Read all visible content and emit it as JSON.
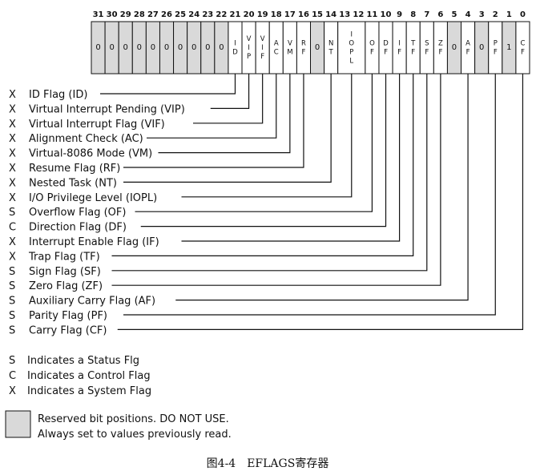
{
  "bits": [
    {
      "bit": 31,
      "value": "0",
      "reserved": true
    },
    {
      "bit": 30,
      "value": "0",
      "reserved": true
    },
    {
      "bit": 29,
      "value": "0",
      "reserved": true
    },
    {
      "bit": 28,
      "value": "0",
      "reserved": true
    },
    {
      "bit": 27,
      "value": "0",
      "reserved": true
    },
    {
      "bit": 26,
      "value": "0",
      "reserved": true
    },
    {
      "bit": 25,
      "value": "0",
      "reserved": true
    },
    {
      "bit": 24,
      "value": "0",
      "reserved": true
    },
    {
      "bit": 23,
      "value": "0",
      "reserved": true
    },
    {
      "bit": 22,
      "value": "0",
      "reserved": true
    },
    {
      "bit": 21,
      "label": "ID",
      "reserved": false
    },
    {
      "bit": 20,
      "label": "VIP",
      "reserved": false
    },
    {
      "bit": 19,
      "label": "VIF",
      "reserved": false
    },
    {
      "bit": 18,
      "label": "AC",
      "reserved": false
    },
    {
      "bit": 17,
      "label": "VM",
      "reserved": false
    },
    {
      "bit": 16,
      "label": "RF",
      "reserved": false
    },
    {
      "bit": 15,
      "value": "0",
      "reserved": true
    },
    {
      "bit": 14,
      "label": "NT",
      "reserved": false
    },
    {
      "bit": 13,
      "label": "IOPL",
      "reserved": false,
      "span": 2
    },
    {
      "bit": 11,
      "label": "OF",
      "reserved": false
    },
    {
      "bit": 10,
      "label": "DF",
      "reserved": false
    },
    {
      "bit": 9,
      "label": "IF",
      "reserved": false
    },
    {
      "bit": 8,
      "label": "TF",
      "reserved": false
    },
    {
      "bit": 7,
      "label": "SF",
      "reserved": false
    },
    {
      "bit": 6,
      "label": "ZF",
      "reserved": false
    },
    {
      "bit": 5,
      "value": "0",
      "reserved": true
    },
    {
      "bit": 4,
      "label": "AF",
      "reserved": false
    },
    {
      "bit": 3,
      "value": "0",
      "reserved": true
    },
    {
      "bit": 2,
      "label": "PF",
      "reserved": false
    },
    {
      "bit": 1,
      "value": "1",
      "reserved": true
    },
    {
      "bit": 0,
      "label": "CF",
      "reserved": false
    }
  ],
  "bit_numbers": [
    "31",
    "30",
    "29",
    "28",
    "27",
    "26",
    "25",
    "24",
    "23",
    "22",
    "21",
    "20",
    "19",
    "18",
    "17",
    "16",
    "15",
    "14",
    "13",
    "12",
    "11",
    "10",
    "9",
    "8",
    "7",
    "6",
    "5",
    "4",
    "3",
    "2",
    "1",
    "0"
  ],
  "flags": [
    {
      "code": "X",
      "name": "ID Flag (ID)",
      "bit": 21
    },
    {
      "code": "X",
      "name": "Virtual Interrupt Pending (VIP)",
      "bit": 20
    },
    {
      "code": "X",
      "name": "Virtual Interrupt Flag (VIF)",
      "bit": 19
    },
    {
      "code": "X",
      "name": "Alignment Check (AC)",
      "bit": 18
    },
    {
      "code": "X",
      "name": "Virtual-8086 Mode (VM)",
      "bit": 17
    },
    {
      "code": "X",
      "name": "Resume Flag (RF)",
      "bit": 16
    },
    {
      "code": "X",
      "name": "Nested Task (NT)",
      "bit": 14
    },
    {
      "code": "X",
      "name": "I/O Privilege Level (IOPL)",
      "bit": 12.5
    },
    {
      "code": "S",
      "name": "Overflow Flag (OF)",
      "bit": 11
    },
    {
      "code": "C",
      "name": "Direction Flag (DF)",
      "bit": 10
    },
    {
      "code": "X",
      "name": "Interrupt Enable Flag (IF)",
      "bit": 9
    },
    {
      "code": "X",
      "name": "Trap Flag (TF)",
      "bit": 8
    },
    {
      "code": "S",
      "name": "Sign Flag (SF)",
      "bit": 7
    },
    {
      "code": "S",
      "name": "Zero Flag (ZF)",
      "bit": 6
    },
    {
      "code": "S",
      "name": "Auxiliary Carry Flag (AF)",
      "bit": 4
    },
    {
      "code": "S",
      "name": "Parity Flag (PF)",
      "bit": 2
    },
    {
      "code": "S",
      "name": "Carry Flag (CF)",
      "bit": 0
    }
  ],
  "legend": [
    {
      "code": "S",
      "text": "Indicates a Status Flg"
    },
    {
      "code": "C",
      "text": "Indicates a Control Flag"
    },
    {
      "code": "X",
      "text": "Indicates a System Flag"
    }
  ],
  "reserved_note": {
    "line1": "Reserved bit positions. DO NOT USE.",
    "line2": "Always set to values previously read."
  },
  "caption": "图4-4　EFLAGS寄存器",
  "colors": {
    "reserved_fill": "#d9d9d9",
    "cell_fill": "#ffffff",
    "line": "#111111"
  }
}
